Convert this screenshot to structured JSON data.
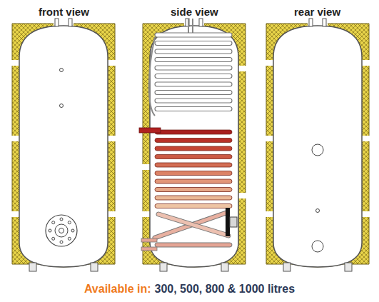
{
  "diagram": {
    "labels": [
      "front view",
      "side view",
      "rear view",
      "Available in:",
      "300, 500, 800 & 1000 litres"
    ]
  }
}
